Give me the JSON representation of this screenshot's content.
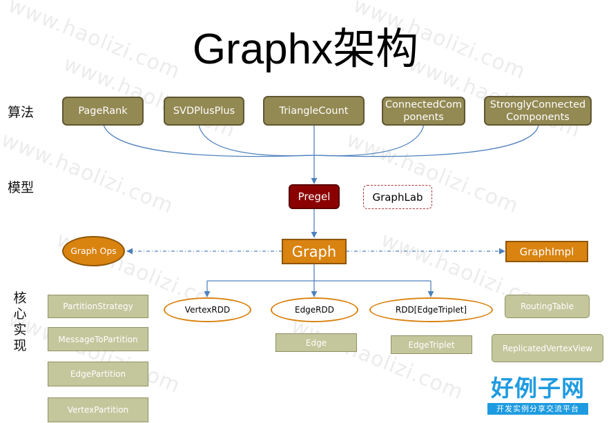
{
  "title": "Graphx架构",
  "row_labels": {
    "algorithms": "算法",
    "models": "模型",
    "core": "核心实现"
  },
  "algorithms": [
    "PageRank",
    "SVDPlusPlus",
    "TriangleCount",
    "ConnectedComponents",
    "StronglyConnectedComponents"
  ],
  "models": {
    "pregel": "Pregel",
    "graphlab": "GraphLab"
  },
  "graph_layer": {
    "graph": "Graph",
    "graph_ops": "Graph Ops",
    "graph_impl": "GraphImpl"
  },
  "core": {
    "left": [
      "PartitionStrategy",
      "MessageToPartition",
      "EdgePartition",
      "VertexPartition"
    ],
    "vertex_rdd": "VertexRDD",
    "edge_rdd": "EdgeRDD",
    "edge": "Edge",
    "triplet_rdd": "RDD[EdgeTriplet]",
    "edge_triplet": "EdgeTriplet",
    "right": [
      "RoutingTable",
      "ReplicatedVertexView"
    ]
  },
  "colors": {
    "algo_fill": "#938953",
    "pregel_fill": "#8b0000",
    "graph_fill": "#d98310",
    "core_fill": "#c4c69c",
    "connector": "#4f81bd",
    "logo": "#1e9be0"
  },
  "watermark": "www.haolizi.com",
  "logo": {
    "main": "好例子网",
    "sub": "开发实例分享交流平台"
  }
}
